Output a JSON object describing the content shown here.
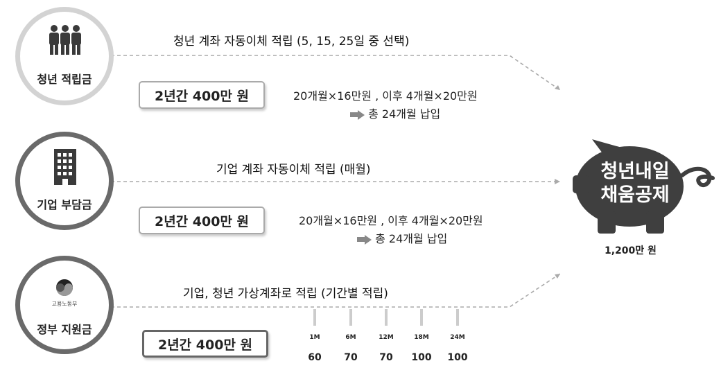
{
  "circles": [
    {
      "label": "청년 적립금",
      "icon": "people-icon"
    },
    {
      "label": "기업 부담금",
      "icon": "building-icon"
    },
    {
      "label": "정부 지원금",
      "icon": "government-emblem-icon",
      "emblem_text": "고용노동부"
    }
  ],
  "rows": [
    {
      "heading": "청년 계좌 자동이체 적립 (5, 15, 25일 중 선택)",
      "amount": "2년간 400만 원",
      "detail1": "20개월×16만원 , 이후 4개월×20만원",
      "detail2": "총 24개월 납입"
    },
    {
      "heading": "기업 계좌 자동이체 적립 (매월)",
      "amount": "2년간 400만 원",
      "detail1": "20개월×16만원 , 이후 4개월×20만원",
      "detail2": "총 24개월 납입"
    },
    {
      "heading": "기업, 청년 가상계좌로 적립 (기간별 적립)",
      "amount": "2년간 400만 원",
      "schedule": [
        {
          "month": "1M",
          "value": "60"
        },
        {
          "month": "6M",
          "value": "70"
        },
        {
          "month": "12M",
          "value": "70"
        },
        {
          "month": "18M",
          "value": "100"
        },
        {
          "month": "24M",
          "value": "100"
        }
      ]
    }
  ],
  "piggy": {
    "line1": "청년내일",
    "line2": "채움공제",
    "total": "1,200만 원",
    "icon": "piggy-bank-icon"
  },
  "colors": {
    "piggy": "#3f3f3f",
    "circle_light": "#d3d3d3",
    "circle_dark": "#6a6a6a",
    "dashed": "#aaaaaa"
  }
}
